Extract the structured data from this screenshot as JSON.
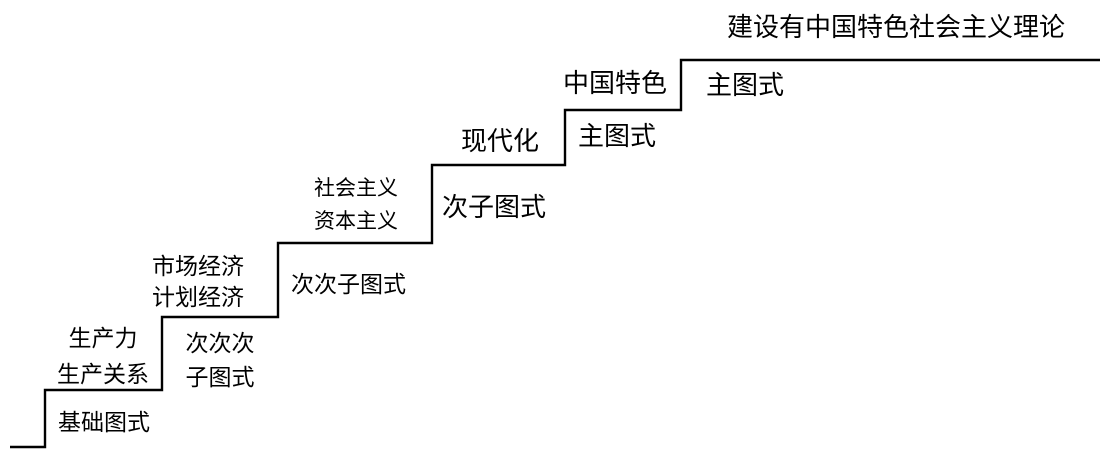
{
  "diagram": {
    "title": "建设有中国特色社会主义理论",
    "steps": [
      {
        "stage_lines": [],
        "schema_lines": [
          "基础图式"
        ]
      },
      {
        "stage_lines": [
          "生产力",
          "生产关系"
        ],
        "schema_lines": [
          "次次次",
          "子图式"
        ]
      },
      {
        "stage_lines": [
          "市场经济",
          "计划经济"
        ],
        "schema_lines": [
          "次次子图式"
        ]
      },
      {
        "stage_lines": [
          "社会主义",
          "资本主义"
        ],
        "schema_lines": [
          "次子图式"
        ]
      },
      {
        "stage_lines": [
          "现代化"
        ],
        "schema_lines": [
          "主图式"
        ]
      },
      {
        "stage_lines": [
          "中国特色"
        ],
        "schema_lines": [
          "主图式"
        ]
      }
    ]
  }
}
